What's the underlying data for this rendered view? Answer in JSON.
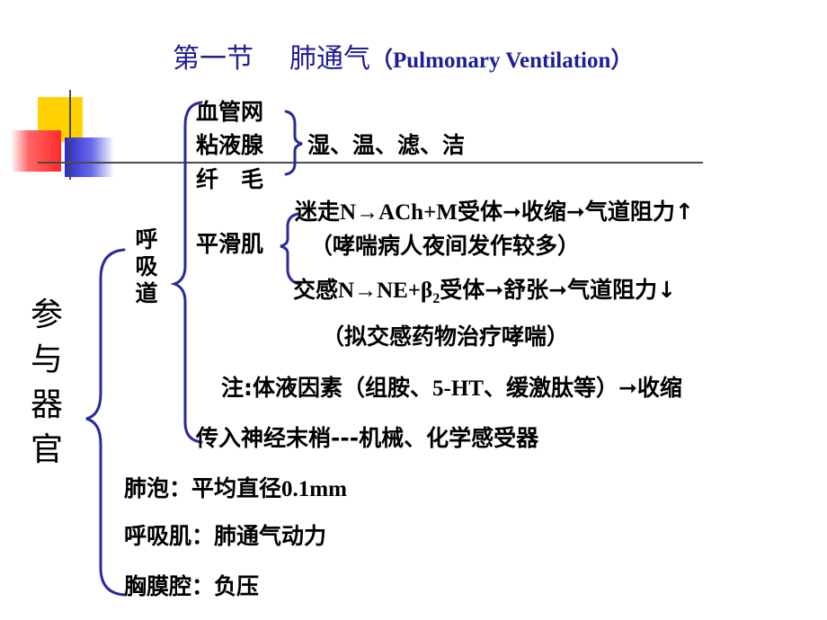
{
  "title": {
    "section": "第一节",
    "topic": "肺通气",
    "english": "（Pulmonary Ventilation）"
  },
  "organs": {
    "heading": [
      "参",
      "与",
      "器",
      "官"
    ],
    "airway": {
      "label": [
        "呼",
        "吸",
        "道"
      ],
      "vessels": {
        "items": [
          "血管网",
          "粘液腺",
          "纤　毛"
        ],
        "function": "湿、温、滤、洁"
      },
      "smooth_muscle": {
        "label": "平滑肌",
        "vagus_prefix": "迷走",
        "vagus_mid": "N→ACh+M",
        "vagus_suffix": "受体➞收缩➞气道阻力↑",
        "vagus_note": "（哮喘病人夜间发作较多）",
        "sympathetic_prefix": "交感",
        "sympathetic_mid": "N→NE+β",
        "sympathetic_sub": "2",
        "sympathetic_suffix": "受体➞舒张➞气道阻力↓",
        "sympathetic_note": "（拟交感药物治疗哮喘）"
      },
      "humoral_note": {
        "prefix": "注:体液因素（组胺、",
        "en": "5-HT",
        "suffix": "、缓激肽等）➞收缩"
      },
      "afferent": "传入神经末梢---机械、化学感受器"
    },
    "alveoli": {
      "prefix": "肺泡：平均直径",
      "value": "0.1mm"
    },
    "respiratory_muscle": "呼吸肌：肺通气动力",
    "pleural_cavity": "胸膜腔：负压"
  }
}
